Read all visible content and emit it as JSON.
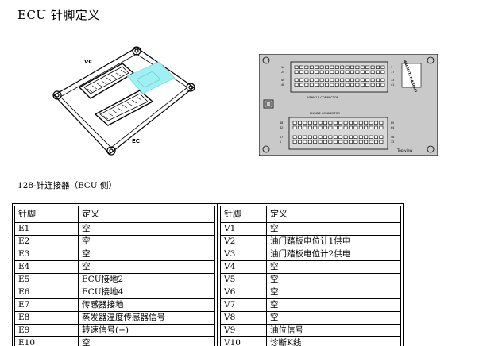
{
  "page": {
    "title": "ECU 针脚定义",
    "caption": "128-针连接器（ECU 侧）"
  },
  "figure_left": {
    "label_vc": "VC",
    "label_ec": "EC"
  },
  "figure_right": {
    "vehicle_connector": "VEHICLE CONNECTOR",
    "engine_connector": "ENGINE CONNECTOR",
    "top_view": "Top view",
    "logo_text": "MAGNETI MARELLI",
    "vc_pins_left": [
      "16",
      "24",
      "40",
      "48"
    ],
    "vc_pins_right": [
      "1",
      "17",
      "33",
      "41"
    ],
    "ec_pins_left": [
      "48",
      "32",
      "17",
      "1"
    ],
    "ec_pins_right": [
      "80",
      "64",
      "48",
      "33"
    ]
  },
  "table": {
    "headers": [
      "针脚",
      "定义",
      "针脚",
      "定义"
    ],
    "rows": [
      [
        "E1",
        "空",
        "V1",
        "空"
      ],
      [
        "E2",
        "空",
        "V2",
        "油门踏板电位计1供电"
      ],
      [
        "E3",
        "空",
        "V3",
        "油门踏板电位计2供电"
      ],
      [
        "E4",
        "空",
        "V4",
        "空"
      ],
      [
        "E5",
        "ECU接地2",
        "V5",
        "空"
      ],
      [
        "E6",
        "ECU接地4",
        "V6",
        "空"
      ],
      [
        "E7",
        "传感器接地",
        "V7",
        "空"
      ],
      [
        "E8",
        "蒸发器温度传感器信号",
        "V8",
        "空"
      ],
      [
        "E9",
        "转速信号(+)",
        "V9",
        "油位信号"
      ],
      [
        "E10",
        "空",
        "V10",
        "诊断K线"
      ]
    ]
  }
}
